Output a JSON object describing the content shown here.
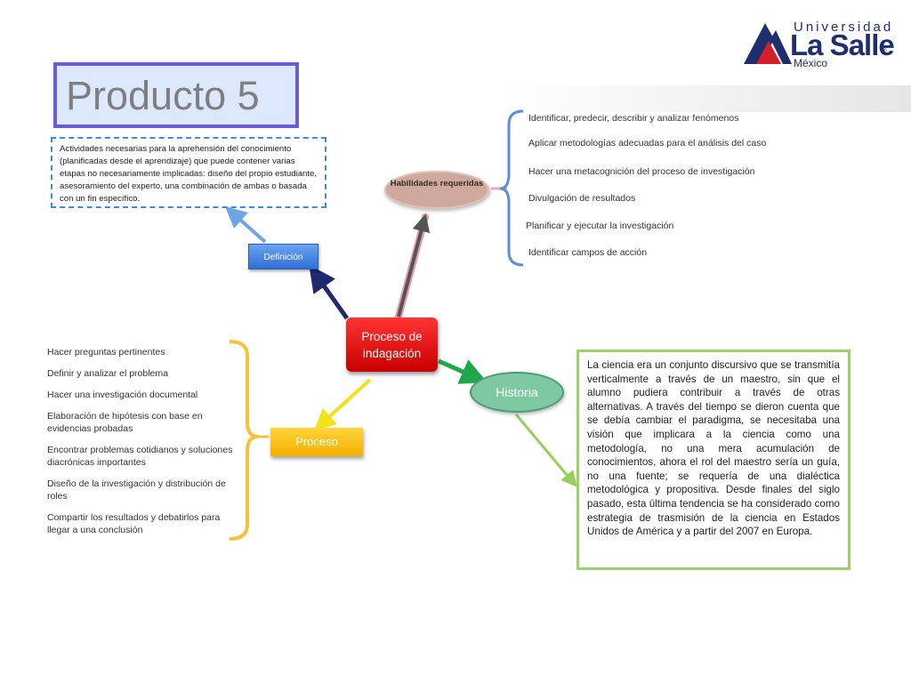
{
  "title": "Producto 5",
  "logo": {
    "line1": "Universidad",
    "line2": "La Salle",
    "reg": "®",
    "line3": "México"
  },
  "nodes": {
    "center": "Proceso de indagación",
    "definicion": "Definición",
    "habilidades": "Habilidades requeridas",
    "proceso": "Proceso",
    "historia": "Historia"
  },
  "definition_text": "Actividades necesarias para la aprehensión del conocimiento (planificadas desde el aprendizaje) que puede contener varias etapas no necesariamente implicadas: diseño del propio estudiante, asesoramiento del experto, una combinación de ambas o basada con un fin específico.",
  "skills": [
    "Identificar, predecir, describir y analizar fenómenos",
    "Aplicar metodologías adecuadas para el análisis del caso",
    "Hacer una metacognición del proceso de investigación",
    "Divulgación de resultados",
    "Planificar y ejecutar la investigación",
    "Identificar campos de acción"
  ],
  "process_steps": [
    "Hacer preguntas pertinentes",
    "Definir y analizar el problema",
    "Hacer una investigación documental",
    "Elaboración de hipótesis con base en evidencias probadas",
    "Encontrar problemas cotidianos y soluciones diacrónicas importantes",
    "Diseño de la investigación y distribución de roles",
    "Compartir los resultados y debatirlos para llegar a una conclusión"
  ],
  "history_text": "La ciencia era un conjunto discursivo que se transmitía verticalmente a través de un maestro, sin que el alumno pudiera contribuir a través de otras alternativas. A través del tiempo se dieron cuenta que se debía cambiar el paradigma, se necesitaba una visión que implicara a la ciencia como una metodología, no una mera acumulación de conocimientos, ahora el rol del maestro sería un guía, no una fuente; se requería de una dialéctica metodológica y propositiva. Desde finales del siglo pasado, esta última tendencia se ha considerado como estrategia de trasmisión de la ciencia en Estados Unidos de América y a partir del 2007 en Europa.",
  "colors": {
    "center": "#e00000",
    "definicion": "#3f7ee0",
    "habilidades": "#cfa99d",
    "proceso": "#f8c21c",
    "historia": "#7ec9a2",
    "history_border": "#9bd36a",
    "title_border": "#6a5bd8"
  }
}
